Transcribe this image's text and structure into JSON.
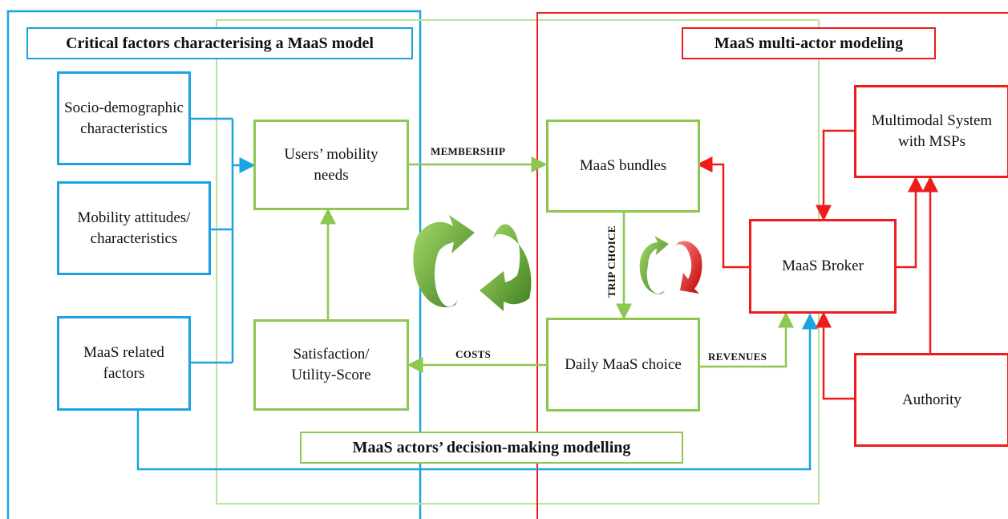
{
  "regions": {
    "critical_factors_title": "Critical factors characterising a MaaS model",
    "multi_actor_title": "MaaS multi-actor modeling",
    "decision_making_title": "MaaS actors’ decision-making modelling"
  },
  "factors": {
    "socio_demographic": "Socio-demographic\ncharacteristics",
    "mobility_attitudes": "Mobility attitudes/\ncharacteristics",
    "maas_related": "MaaS related\nfactors"
  },
  "users": {
    "mobility_needs": "Users’ mobility\nneeds",
    "satisfaction": "Satisfaction/\nUtility-Score"
  },
  "maas": {
    "bundles": "MaaS bundles",
    "daily_choice": "Daily MaaS choice"
  },
  "actors": {
    "multimodal_system": "Multimodal System\nwith MSPs",
    "broker": "MaaS Broker",
    "authority": "Authority"
  },
  "flow_labels": {
    "membership": "MEMBERSHIP",
    "trip_choice": "TRIP CHOICE",
    "costs": "COSTS",
    "revenues": "REVENUES"
  },
  "colors": {
    "blue": "#1aa3e0",
    "green": "#8cc850",
    "light_green": "#b9e29a",
    "red": "#ee1c1c",
    "dark_green": "#5a9a2a"
  }
}
